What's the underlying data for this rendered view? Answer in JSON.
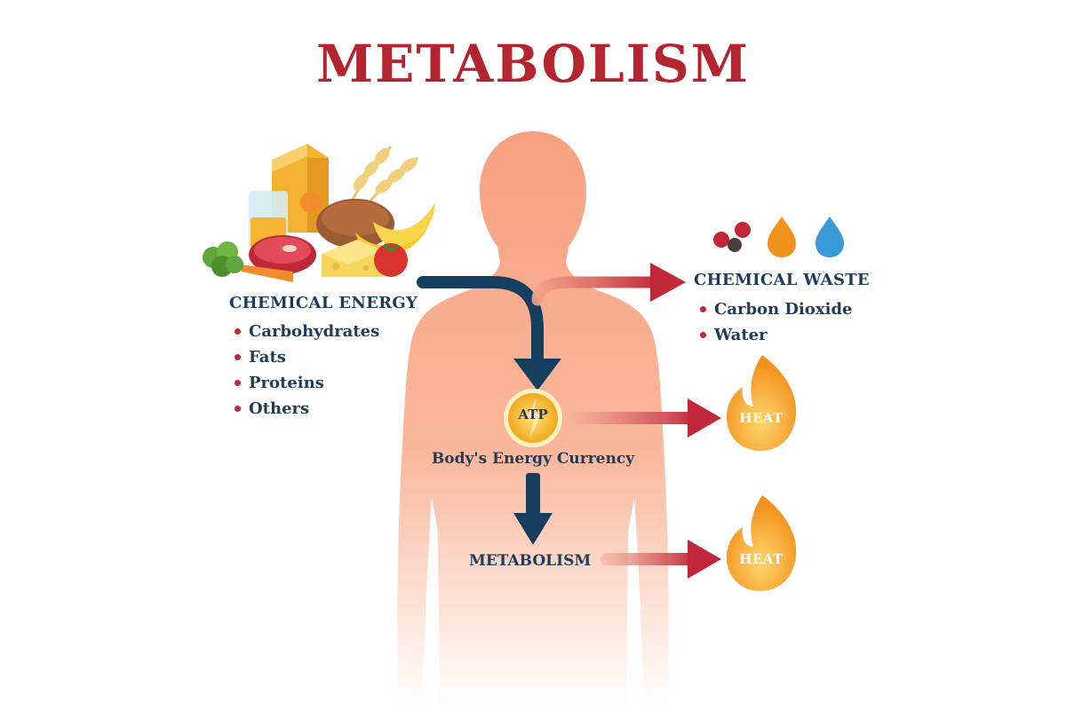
{
  "title": "METABOLISM",
  "input": {
    "heading": "CHEMICAL ENERGY",
    "items": [
      "Carbohydrates",
      "Fats",
      "Proteins",
      "Others"
    ]
  },
  "waste": {
    "heading": "CHEMICAL WASTE",
    "items": [
      "Carbon Dioxide",
      "Water"
    ]
  },
  "atp": {
    "label": "ATP",
    "caption": "Body's Energy Currency"
  },
  "output": {
    "label": "METABOLISM"
  },
  "heat": {
    "label_top": "HEAT",
    "label_bottom": "HEAT"
  },
  "colors": {
    "title": "#b3242f",
    "text": "#1f3c5a",
    "bullet": "#c0283a",
    "body": "#f7a07f",
    "arrow_dark": "#163e5f",
    "arrow_red": "#c0283a",
    "flame": "#f2921e",
    "water": "#3a9ad9"
  },
  "icons": [
    "food-group-icon",
    "molecule-icon",
    "oil-drop-icon",
    "water-drop-icon",
    "flame-icon",
    "atp-coin-icon"
  ]
}
